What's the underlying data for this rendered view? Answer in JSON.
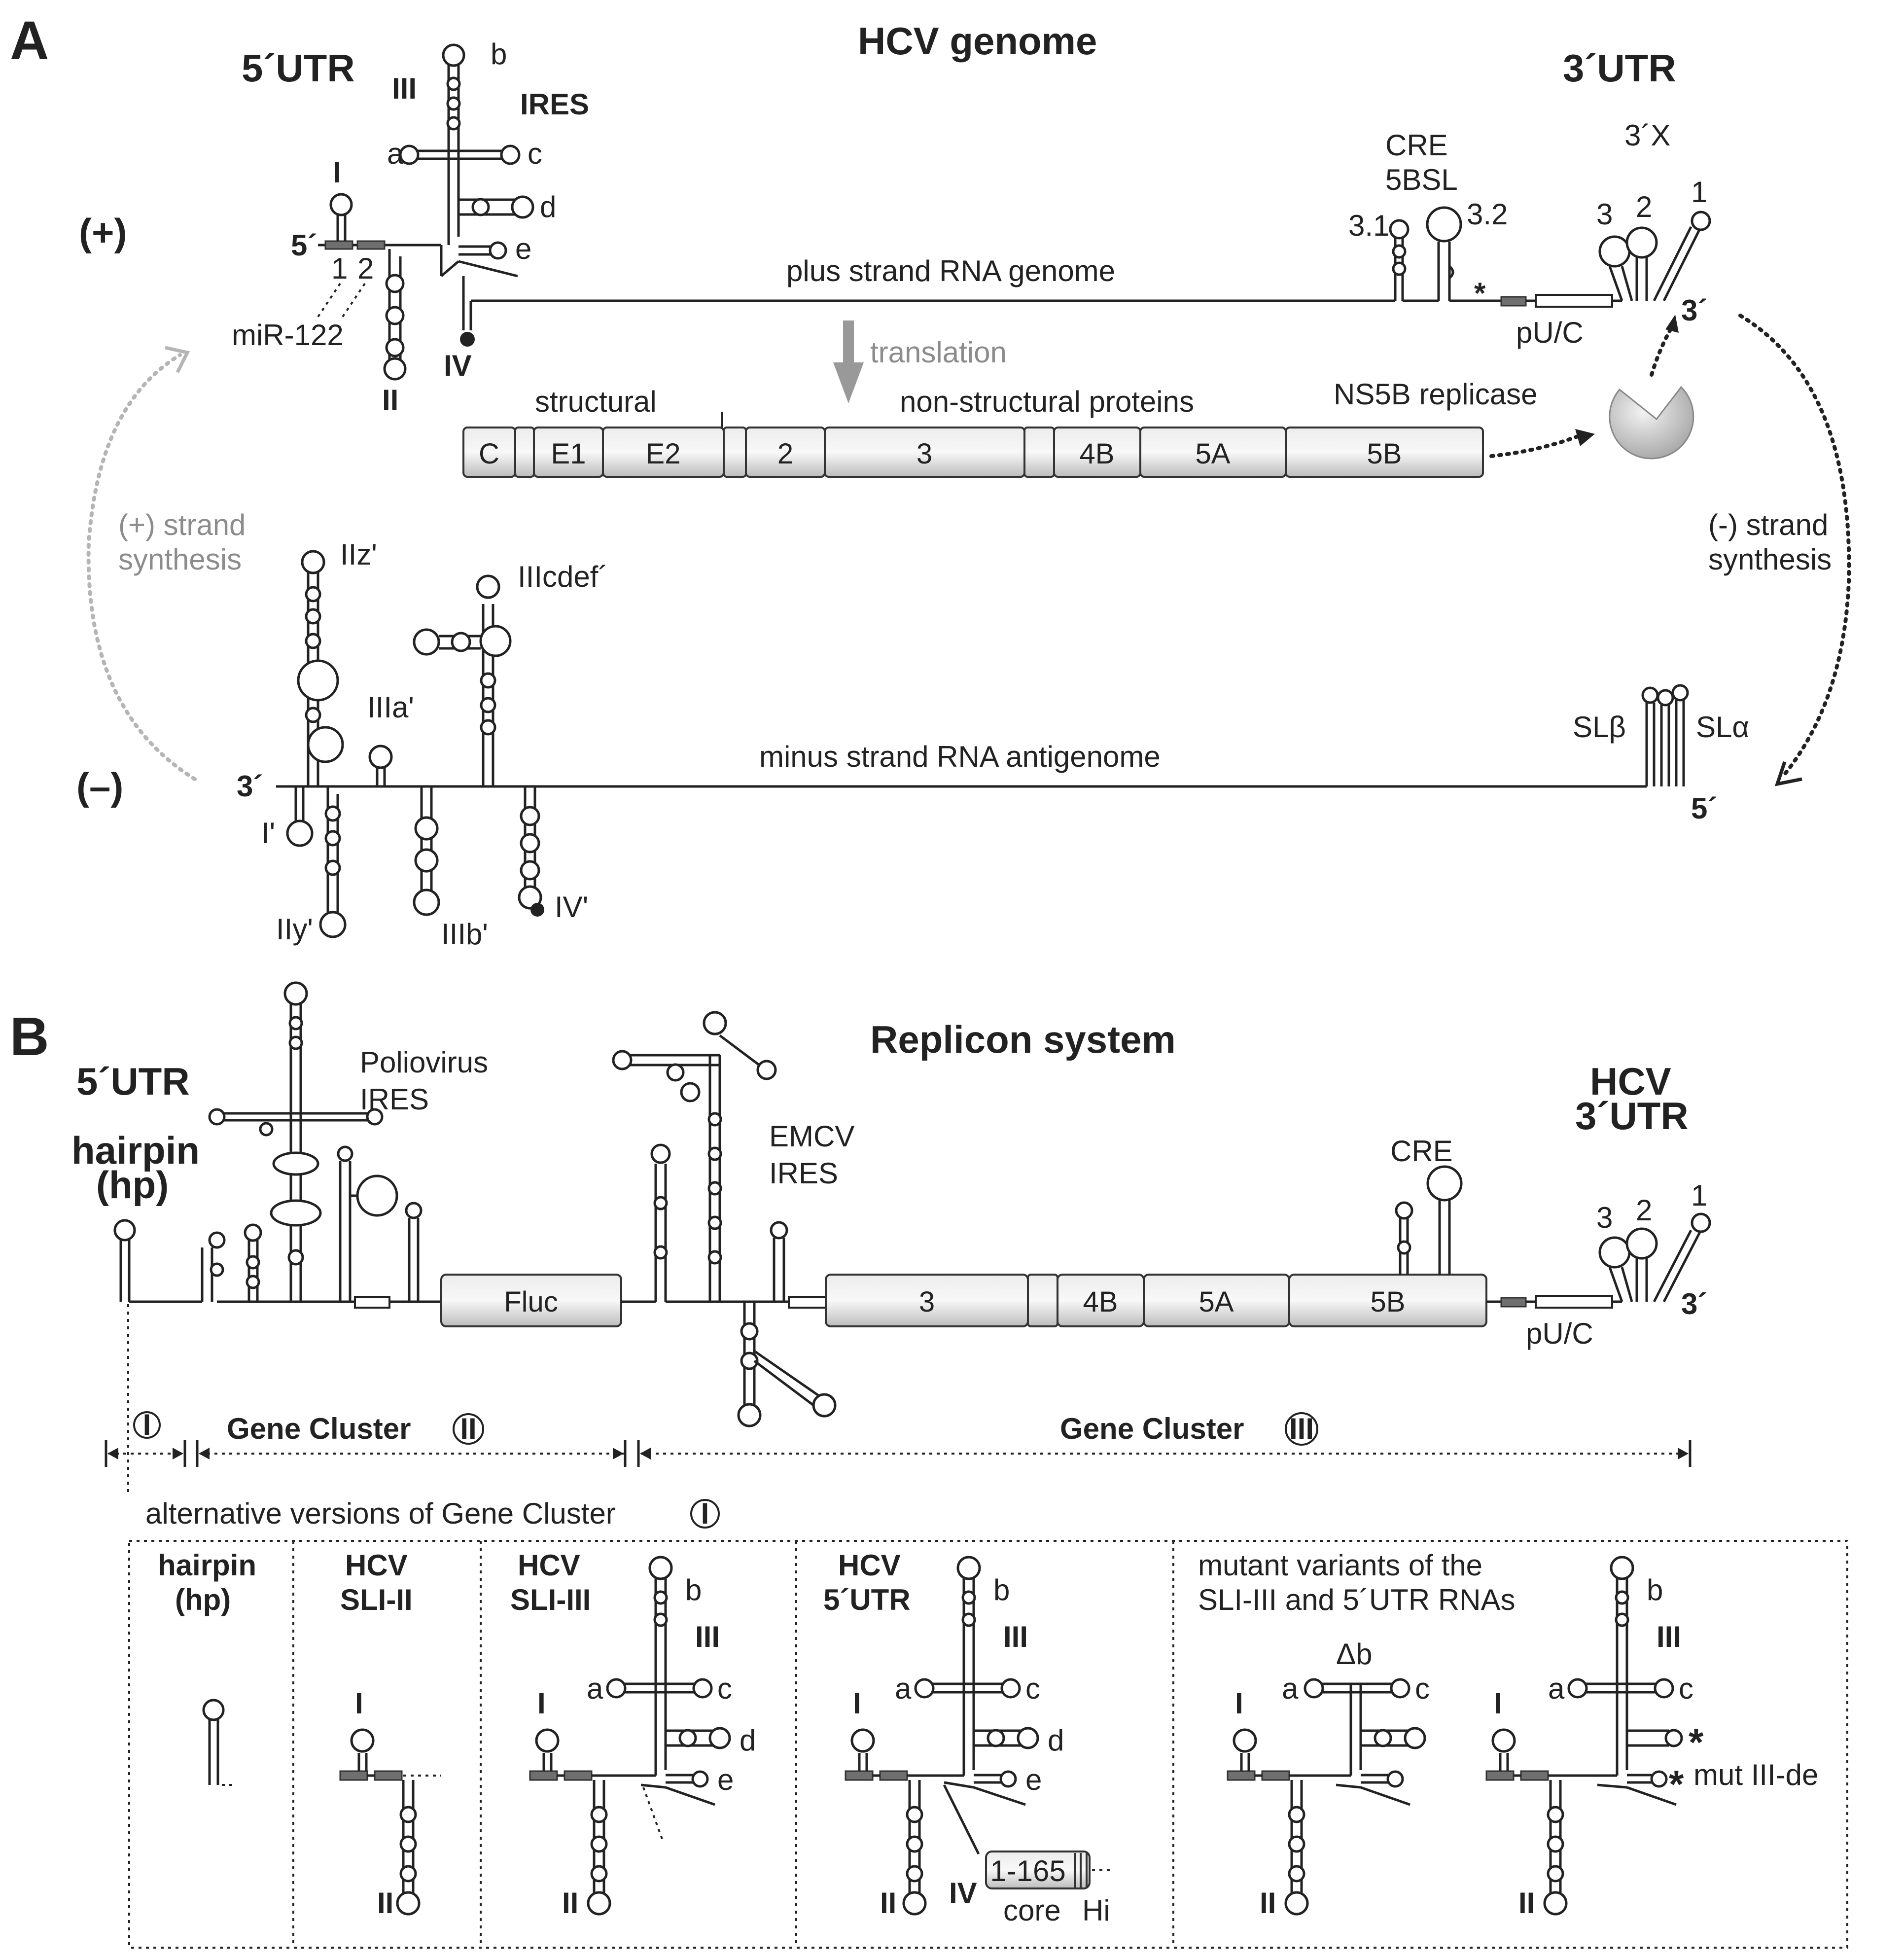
{
  "panel_a": {
    "letter": "A",
    "title": "HCV genome",
    "utr5": "5´UTR",
    "utr3": "3´UTR",
    "ires": "IRES",
    "plus": "(+)",
    "minus": "(–)",
    "plus_strand_label": "plus strand RNA genome",
    "minus_strand_label": "minus strand RNA antigenome",
    "translation": "translation",
    "structural": "structural",
    "nonstructural": "non-structural proteins",
    "ns5b": "NS5B replicase",
    "cre": "CRE",
    "sbsl": "5BSL",
    "cre_31": "3.1",
    "cre_32": "3.2",
    "x3": "3´X",
    "sl3": "3",
    "sl2": "2",
    "sl1": "1",
    "three_prime": "3´",
    "five_prime": "5´",
    "pU_C": "pU/C",
    "mir122": "miR-122",
    "site1": "1",
    "site2": "2",
    "stem_I": "I",
    "stem_II": "II",
    "stem_III": "III",
    "stem_IV": "IV",
    "loop_a": "a",
    "loop_b": "b",
    "loop_c": "c",
    "loop_d": "d",
    "loop_e": "e",
    "star": "*",
    "plus_synth_1": "(+) strand",
    "plus_synth_2": "synthesis",
    "minus_synth_1": "(-) strand",
    "minus_synth_2": "synthesis",
    "IIz": "IIz'",
    "IIIcdef": "IIIcdef´",
    "IIIa": "IIIa'",
    "I_prime": "I'",
    "IIy": "IIy'",
    "IIIb": "IIIb'",
    "IV_prime": "IV'",
    "sl_beta": "SLβ",
    "sl_alpha": "SLα",
    "proteins": [
      "C",
      "E1",
      "E2",
      "2",
      "3",
      "4B",
      "5A",
      "5B"
    ]
  },
  "panel_b": {
    "letter": "B",
    "title": "Replicon system",
    "utr5": "5´UTR",
    "hairpin_1": "hairpin",
    "hairpin_2": "(hp)",
    "polio_1": "Poliovirus",
    "polio_2": "IRES",
    "emcv_1": "EMCV",
    "emcv_2": "IRES",
    "cre": "CRE",
    "hcv": "HCV",
    "utr3": "3´UTR",
    "fluc": "Fluc",
    "genes": [
      "3",
      "4B",
      "5A",
      "5B"
    ],
    "pU_C": "pU/C",
    "three_prime": "3´",
    "sl3": "3",
    "sl2": "2",
    "sl1": "1",
    "cluster_I": "I",
    "cluster_II_label": "Gene Cluster",
    "cluster_II": "II",
    "cluster_III_label": "Gene Cluster",
    "cluster_III": "III",
    "alt_label": "alternative versions of Gene Cluster",
    "alt_numeral": "I",
    "box_hp_1": "hairpin",
    "box_hp_2": "(hp)",
    "box_sl2_1": "HCV",
    "box_sl2_2": "SLI-II",
    "box_sl3_1": "HCV",
    "box_sl3_2": "SLI-III",
    "box_utr_1": "HCV",
    "box_utr_2": "5´UTR",
    "mutant_1": "mutant variants of the",
    "mutant_2": "SLI-III and 5´UTR RNAs",
    "delta_b": "Δb",
    "mut_III_de": "mut III-de",
    "core_box": "1-165",
    "core": "core",
    "hi": "Hi",
    "stem_I": "I",
    "stem_II": "II",
    "stem_III": "III",
    "stem_IV": "IV",
    "loop_a": "a",
    "loop_b": "b",
    "loop_c": "c",
    "loop_d": "d",
    "loop_e": "e",
    "star": "*"
  }
}
